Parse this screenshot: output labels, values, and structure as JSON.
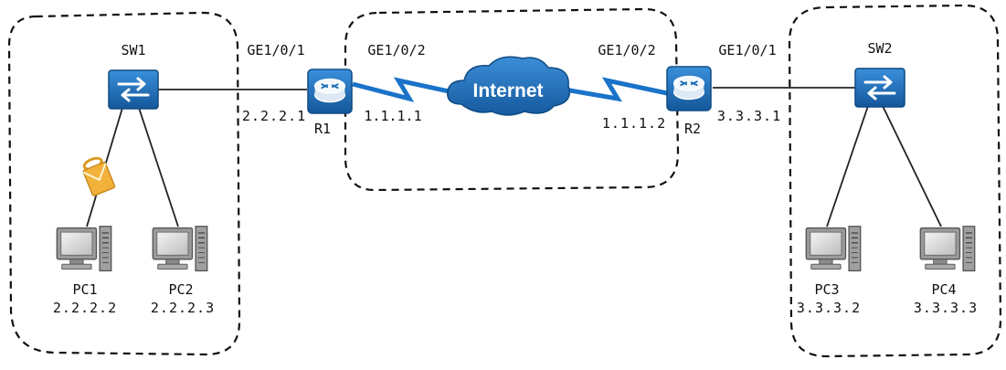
{
  "devices": {
    "sw1": {
      "name": "SW1"
    },
    "sw2": {
      "name": "SW2"
    },
    "r1": {
      "name": "R1"
    },
    "r2": {
      "name": "R2"
    },
    "pc1": {
      "name": "PC1",
      "ip": "2.2.2.2"
    },
    "pc2": {
      "name": "PC2",
      "ip": "2.2.2.3"
    },
    "pc3": {
      "name": "PC3",
      "ip": "3.3.3.2"
    },
    "pc4": {
      "name": "PC4",
      "ip": "3.3.3.3"
    }
  },
  "cloud": {
    "label": "Internet",
    "color": "#1f6fb5"
  },
  "interfaces": {
    "r1_ge1_0_1": "GE1/0/1",
    "r1_ge1_0_2": "GE1/0/2",
    "r2_ge1_0_2": "GE1/0/2",
    "r2_ge1_0_1": "GE1/0/1"
  },
  "addresses": {
    "r1_lan": "2.2.2.1",
    "r1_wan": "1.1.1.1",
    "r2_wan": "1.1.1.2",
    "r2_lan": "3.3.3.1"
  },
  "colors": {
    "device_blue": "#1e6fb8",
    "link_blue": "#1a73c9",
    "envelope": "#f2b13a",
    "line": "#222222"
  },
  "icons": [
    "switch-icon",
    "router-icon",
    "cloud-icon",
    "pc-icon",
    "envelope-icon"
  ]
}
